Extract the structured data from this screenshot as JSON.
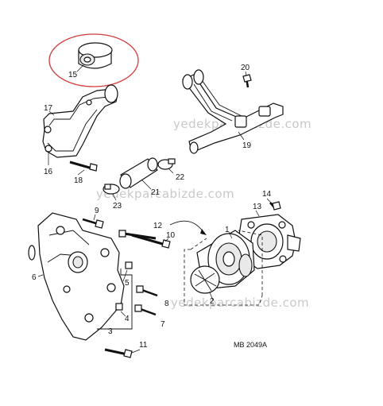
{
  "watermark": "yedekparcabizde.com",
  "reference_code": "MB 2049A",
  "highlight_color": "#d23a3a",
  "callouts": [
    "1",
    "2",
    "3",
    "4",
    "5",
    "6",
    "7",
    "8",
    "9",
    "10",
    "11",
    "12",
    "13",
    "14",
    "15",
    "16",
    "17",
    "18",
    "19",
    "20",
    "21",
    "22",
    "23"
  ]
}
